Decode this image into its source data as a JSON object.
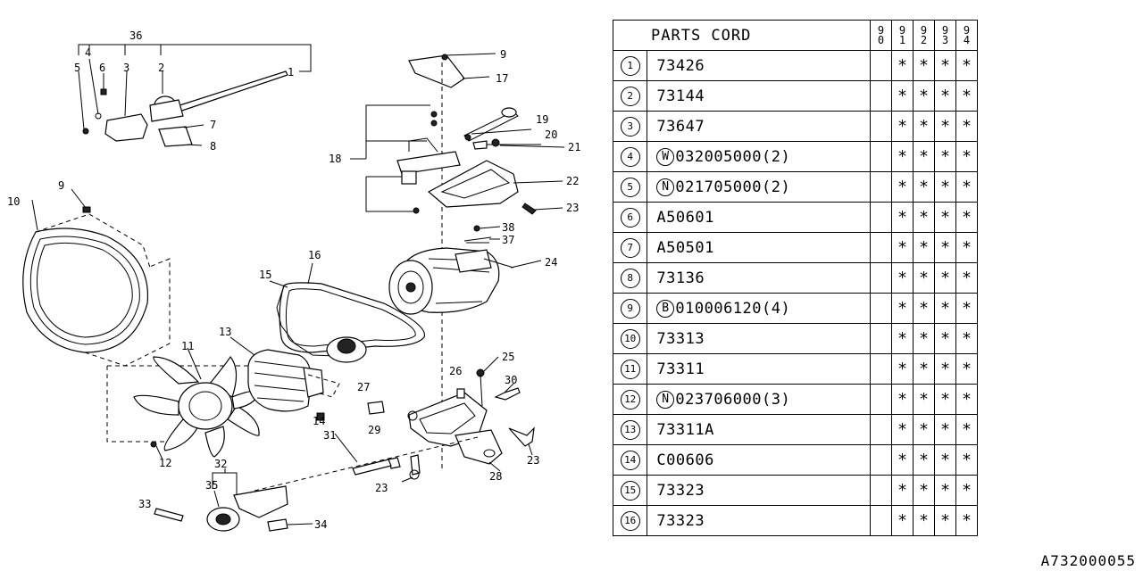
{
  "table": {
    "header": "PARTS CORD",
    "years": [
      [
        "9",
        "0"
      ],
      [
        "9",
        "1"
      ],
      [
        "9",
        "2"
      ],
      [
        "9",
        "3"
      ],
      [
        "9",
        "4"
      ]
    ],
    "rows": [
      {
        "no": "1",
        "prefix": "",
        "code": "73426",
        "marks": [
          "",
          "*",
          "*",
          "*",
          "*"
        ]
      },
      {
        "no": "2",
        "prefix": "",
        "code": "73144",
        "marks": [
          "",
          "*",
          "*",
          "*",
          "*"
        ]
      },
      {
        "no": "3",
        "prefix": "",
        "code": "73647",
        "marks": [
          "",
          "*",
          "*",
          "*",
          "*"
        ]
      },
      {
        "no": "4",
        "prefix": "W",
        "code": "032005000(2)",
        "marks": [
          "",
          "*",
          "*",
          "*",
          "*"
        ]
      },
      {
        "no": "5",
        "prefix": "N",
        "code": "021705000(2)",
        "marks": [
          "",
          "*",
          "*",
          "*",
          "*"
        ]
      },
      {
        "no": "6",
        "prefix": "",
        "code": "A50601",
        "marks": [
          "",
          "*",
          "*",
          "*",
          "*"
        ]
      },
      {
        "no": "7",
        "prefix": "",
        "code": "A50501",
        "marks": [
          "",
          "*",
          "*",
          "*",
          "*"
        ]
      },
      {
        "no": "8",
        "prefix": "",
        "code": "73136",
        "marks": [
          "",
          "*",
          "*",
          "*",
          "*"
        ]
      },
      {
        "no": "9",
        "prefix": "B",
        "code": "010006120(4)",
        "marks": [
          "",
          "*",
          "*",
          "*",
          "*"
        ]
      },
      {
        "no": "10",
        "prefix": "",
        "code": "73313",
        "marks": [
          "",
          "*",
          "*",
          "*",
          "*"
        ]
      },
      {
        "no": "11",
        "prefix": "",
        "code": "73311",
        "marks": [
          "",
          "*",
          "*",
          "*",
          "*"
        ]
      },
      {
        "no": "12",
        "prefix": "N",
        "code": "023706000(3)",
        "marks": [
          "",
          "*",
          "*",
          "*",
          "*"
        ]
      },
      {
        "no": "13",
        "prefix": "",
        "code": "73311A",
        "marks": [
          "",
          "*",
          "*",
          "*",
          "*"
        ]
      },
      {
        "no": "14",
        "prefix": "",
        "code": "C00606",
        "marks": [
          "",
          "*",
          "*",
          "*",
          "*"
        ]
      },
      {
        "no": "15",
        "prefix": "",
        "code": "73323",
        "marks": [
          "",
          "*",
          "*",
          "*",
          "*"
        ]
      },
      {
        "no": "16",
        "prefix": "",
        "code": "73323",
        "marks": [
          "",
          "*",
          "*",
          "*",
          "*"
        ]
      }
    ]
  },
  "callouts": {
    "c1": "1",
    "c2": "2",
    "c3": "3",
    "c4": "4",
    "c5": "5",
    "c6": "6",
    "c7": "7",
    "c8": "8",
    "c9a": "9",
    "c9b": "9",
    "c10": "10",
    "c11": "11",
    "c12": "12",
    "c13": "13",
    "c14": "14",
    "c15": "15",
    "c16": "16",
    "c17": "17",
    "c18": "18",
    "c19": "19",
    "c20": "20",
    "c21": "21",
    "c22": "22",
    "c23a": "23",
    "c23b": "23",
    "c23c": "23",
    "c24": "24",
    "c25": "25",
    "c26": "26",
    "c27": "27",
    "c28": "28",
    "c29": "29",
    "c30": "30",
    "c31": "31",
    "c32": "32",
    "c33": "33",
    "c34": "34",
    "c35": "35",
    "c36": "36",
    "c37": "37",
    "c38": "38"
  },
  "diagram_code": "A732000055"
}
